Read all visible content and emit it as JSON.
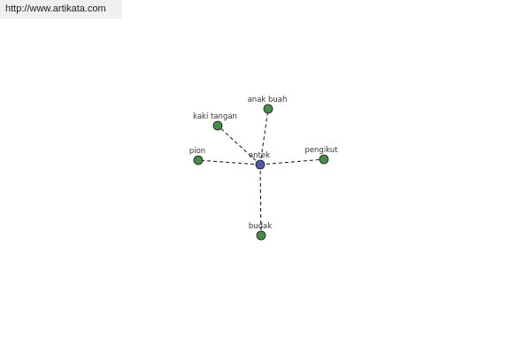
{
  "header": {
    "source_link": "http://www.artikata.com"
  },
  "diagram": {
    "center": {
      "id": "antek",
      "label": "antek",
      "color": "#4a5aa8"
    },
    "leaf_color": "#4a8a4a",
    "edge_style": "dashed",
    "nodes": [
      {
        "id": "anak-buah",
        "label": "anak buah"
      },
      {
        "id": "kaki-tangan",
        "label": "kaki tangan"
      },
      {
        "id": "pion",
        "label": "pion"
      },
      {
        "id": "pengikut",
        "label": "pengikut"
      },
      {
        "id": "budak",
        "label": "budak"
      }
    ]
  }
}
